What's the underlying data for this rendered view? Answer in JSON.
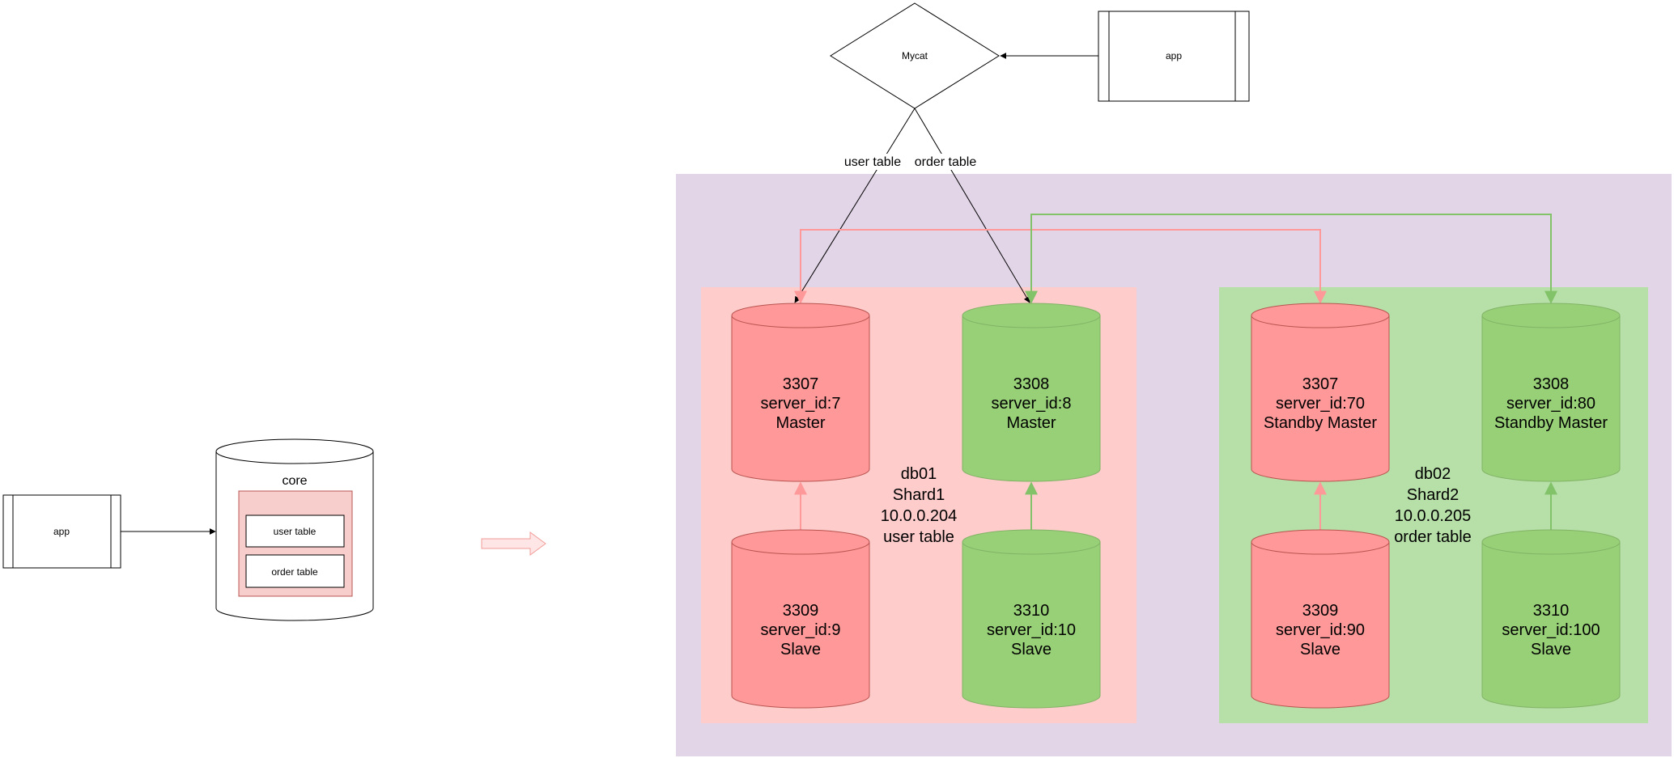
{
  "colors": {
    "purple_region": "#e1d5e7",
    "pink_region": "#ffcccc",
    "green_region": "#b7e0a8",
    "red_db": "#ff9999",
    "red_db_stroke": "#b85450",
    "green_db": "#97d077",
    "green_db_stroke": "#82b366",
    "red_link": "#ff9999",
    "green_link": "#82c268",
    "inner_table_box": "#f8cecc",
    "inner_table_box_stroke": "#b85450"
  },
  "left": {
    "app_label": "app",
    "db_label": "core",
    "tables": [
      "user table",
      "order table"
    ]
  },
  "transition_arrow": "arrow-right",
  "right": {
    "mycat_label": "Mycat",
    "app_label": "app",
    "edge_labels": [
      "user table",
      "order table"
    ],
    "shards": [
      {
        "label_lines": [
          "db01",
          "Shard1",
          "10.0.0.204",
          "user table"
        ],
        "dbs": [
          {
            "lines": [
              "3307",
              "server_id:7",
              "Master"
            ],
            "color": "red"
          },
          {
            "lines": [
              "3308",
              "server_id:8",
              "Master"
            ],
            "color": "green"
          },
          {
            "lines": [
              "3309",
              "server_id:9",
              "Slave"
            ],
            "color": "red"
          },
          {
            "lines": [
              "3310",
              "server_id:10",
              "Slave"
            ],
            "color": "green"
          }
        ]
      },
      {
        "label_lines": [
          "db02",
          "Shard2",
          "10.0.0.205",
          "order table"
        ],
        "dbs": [
          {
            "lines": [
              "3307",
              "server_id:70",
              "Standby Master"
            ],
            "color": "red"
          },
          {
            "lines": [
              "3308",
              "server_id:80",
              "Standby Master"
            ],
            "color": "green"
          },
          {
            "lines": [
              "3309",
              "server_id:90",
              "Slave"
            ],
            "color": "red"
          },
          {
            "lines": [
              "3310",
              "server_id:100",
              "Slave"
            ],
            "color": "green"
          }
        ]
      }
    ]
  }
}
